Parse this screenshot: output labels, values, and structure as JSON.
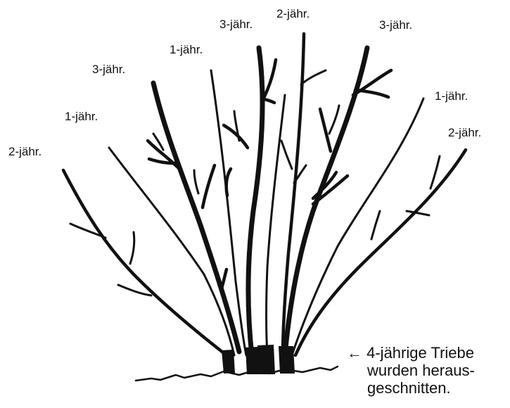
{
  "labels": {
    "left_2": "2-jähr.",
    "left_1": "1-jähr.",
    "left_3": "3-jähr.",
    "mid_1": "1-jähr.",
    "mid_3": "3-jähr.",
    "top_2": "2-jähr.",
    "right_3": "3-jähr.",
    "right_1": "1-jähr.",
    "right_2": "2-jähr."
  },
  "note": {
    "line1": "4-jährige Triebe",
    "line2": "wurden heraus-",
    "line3": "geschnitten.",
    "arrow": "←"
  },
  "colors": {
    "ink": "#111111",
    "background": "#ffffff"
  }
}
